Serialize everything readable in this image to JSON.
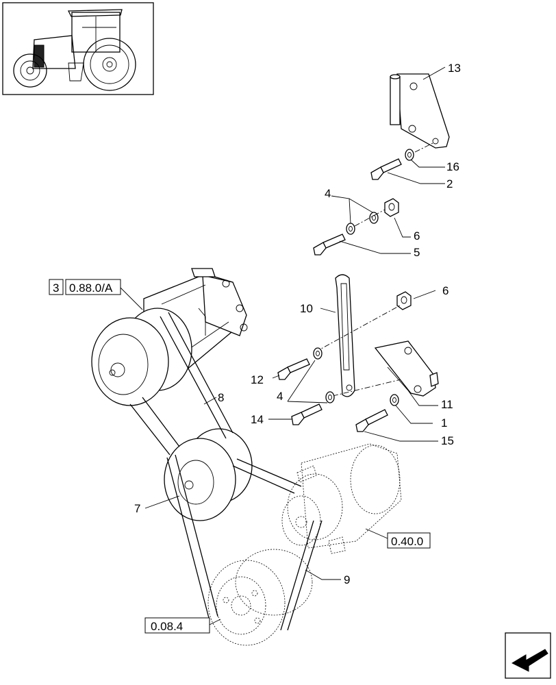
{
  "callouts": {
    "c1": "1",
    "c2": "2",
    "c4a": "4",
    "c4b": "4",
    "c5": "5",
    "c6a": "6",
    "c6b": "6",
    "c7": "7",
    "c8": "8",
    "c9": "9",
    "c10": "10",
    "c11": "11",
    "c12": "12",
    "c13": "13",
    "c14": "14",
    "c15": "15",
    "c16": "16"
  },
  "references": {
    "compressor_num": "3",
    "compressor_ref": "0.88.0/A",
    "alternator_ref": "0.40.0",
    "crank_ref": "0.08.4"
  }
}
